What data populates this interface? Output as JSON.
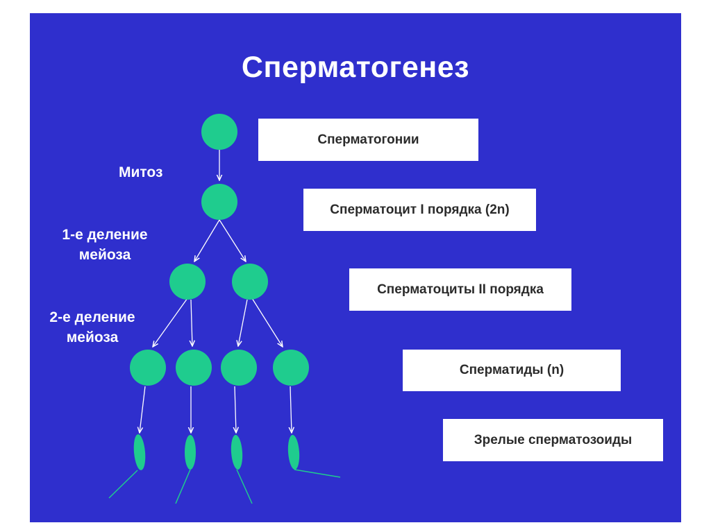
{
  "title": "Сперматогенез",
  "division_labels": {
    "mitosis": "Митоз",
    "meiosis1_line1": "1-е деление",
    "meiosis1_line2": "мейоза",
    "meiosis2_line1": "2-е деление",
    "meiosis2_line2": "мейоза"
  },
  "stages": [
    "Сперматогонии",
    "Сперматоцит I порядка (2n)",
    "Сперматоциты II порядка",
    "Сперматиды (n)",
    "Зрелые сперматозоиды"
  ],
  "colors": {
    "background": "#2f2fcd",
    "cell": "#1fcc8e",
    "arrow": "#ffffff",
    "box": "#ffffff",
    "box_text": "#2b2b2b"
  }
}
